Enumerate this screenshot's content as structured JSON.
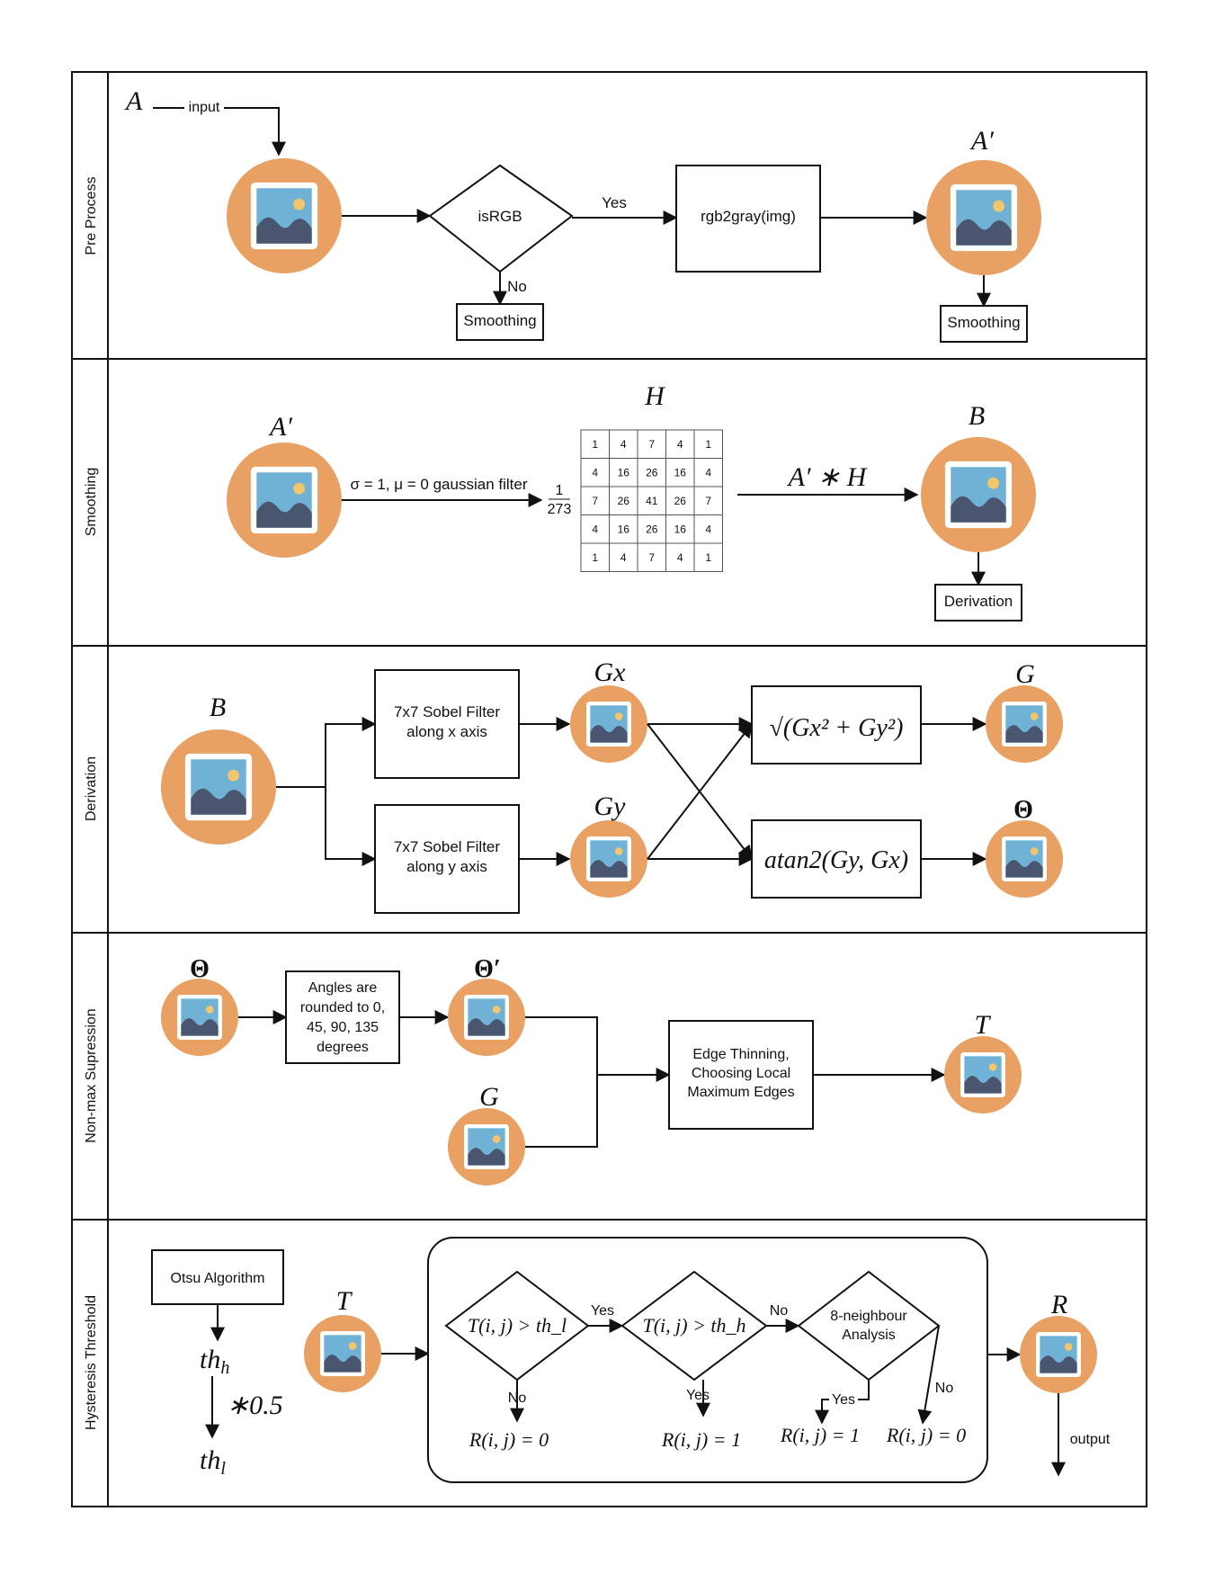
{
  "lanes": [
    "Pre Process",
    "Smoothing",
    "Derivation",
    "Non-max Supression",
    "Hysteresis Threshold"
  ],
  "preprocess": {
    "input_var": "A",
    "input_label": "input",
    "decision": "isRGB",
    "yes": "Yes",
    "no": "No",
    "convert": "rgb2gray(img)",
    "output_var": "A′",
    "next_left": "Smoothing",
    "next_right": "Smoothing"
  },
  "smoothing": {
    "input_var": "A′",
    "filter_label": "σ = 1, μ = 0 gaussian filter",
    "kernel_name": "H",
    "frac_num": "1",
    "frac_den": "273",
    "kernel": [
      [
        1,
        4,
        7,
        4,
        1
      ],
      [
        4,
        16,
        26,
        16,
        4
      ],
      [
        7,
        26,
        41,
        26,
        7
      ],
      [
        4,
        16,
        26,
        16,
        4
      ],
      [
        1,
        4,
        7,
        4,
        1
      ]
    ],
    "conv_label": "A′ ∗ H",
    "output_var": "B",
    "next": "Derivation"
  },
  "derivation": {
    "input_var": "B",
    "sobel_x_line1": "7x7 Sobel Filter",
    "sobel_x_line2": "along x axis",
    "sobel_y_line1": "7x7 Sobel Filter",
    "sobel_y_line2": "along y axis",
    "gx_var": "Gx",
    "gy_var": "Gy",
    "magnitude_formula": "√(Gx² + Gy²)",
    "angle_formula": "atan2(Gy, Gx)",
    "mag_var": "G",
    "angle_var": "Θ"
  },
  "nonmax": {
    "theta_var": "Θ",
    "round_lines": [
      "Angles are",
      "rounded to 0,",
      "45, 90, 135",
      "degrees"
    ],
    "theta_prime_var": "Θ′",
    "g_var": "G",
    "thin_lines": [
      "Edge Thinning,",
      "Choosing Local",
      "Maximum Edges"
    ],
    "output_var": "T"
  },
  "hysteresis": {
    "otsu": "Otsu Algorithm",
    "th_high": "th_h",
    "multiplier": "∗0.5",
    "th_low": "th_l",
    "input_var": "T",
    "cond1": "T(i, j) > th_l",
    "cond2": "T(i, j) > th_h",
    "neighbour_line1": "8-neighbour",
    "neighbour_line2": "Analysis",
    "yes": "Yes",
    "no": "No",
    "r0_a": "R(i, j) = 0",
    "r1_a": "R(i, j) = 1",
    "r1_b": "R(i, j) = 1",
    "r0_b": "R(i, j) = 0",
    "output_var": "R",
    "output_label": "output"
  },
  "colors": {
    "circle": "#E8A063",
    "frame": "#FFFFFF",
    "sky": "#6FB2D6",
    "mountain": "#4A5670",
    "sun": "#F2C66B",
    "stroke": "#111111"
  },
  "icons": [
    "image-icon"
  ]
}
